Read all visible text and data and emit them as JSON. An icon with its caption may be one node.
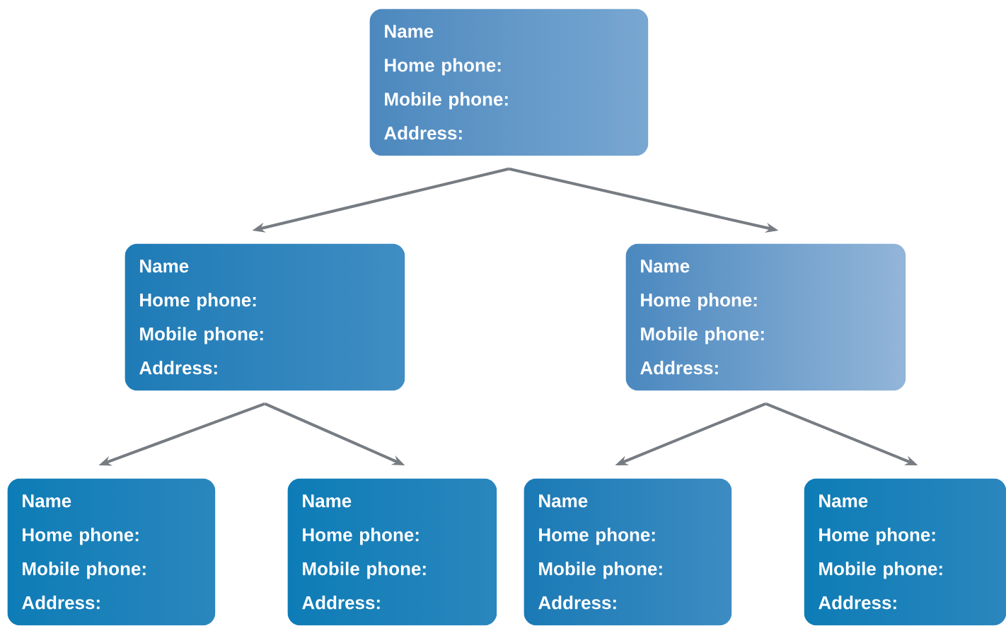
{
  "diagram": {
    "nodes": [
      {
        "text": [
          "Name",
          "Home phone:",
          "Mobile phone:",
          "Address:"
        ]
      },
      {
        "text": [
          "Name",
          "Home phone:",
          "Mobile phone:",
          "Address:"
        ]
      },
      {
        "text": [
          "Name",
          "Home phone:",
          "Mobile phone:",
          "Address:"
        ]
      },
      {
        "text": [
          "Name",
          "Home phone:",
          "Mobile phone:",
          "Address:"
        ]
      },
      {
        "text": [
          "Name",
          "Home phone:",
          "Mobile phone:",
          "Address:"
        ]
      },
      {
        "text": [
          "Name",
          "Home phone:",
          "Mobile phone:",
          "Address:"
        ]
      },
      {
        "text": [
          "Name",
          "Home phone:",
          "Mobile phone:",
          "Address:"
        ]
      }
    ],
    "edges": [
      {
        "from": 0,
        "to": 1,
        "arrow": "to"
      },
      {
        "from": 0,
        "to": 2,
        "arrow": "to"
      },
      {
        "from": 1,
        "to": 3,
        "arrow": "to"
      },
      {
        "from": 1,
        "to": 4,
        "arrow": "to"
      },
      {
        "from": 2,
        "to": 5,
        "arrow": "to"
      },
      {
        "from": 2,
        "to": 6,
        "arrow": "to"
      }
    ]
  }
}
